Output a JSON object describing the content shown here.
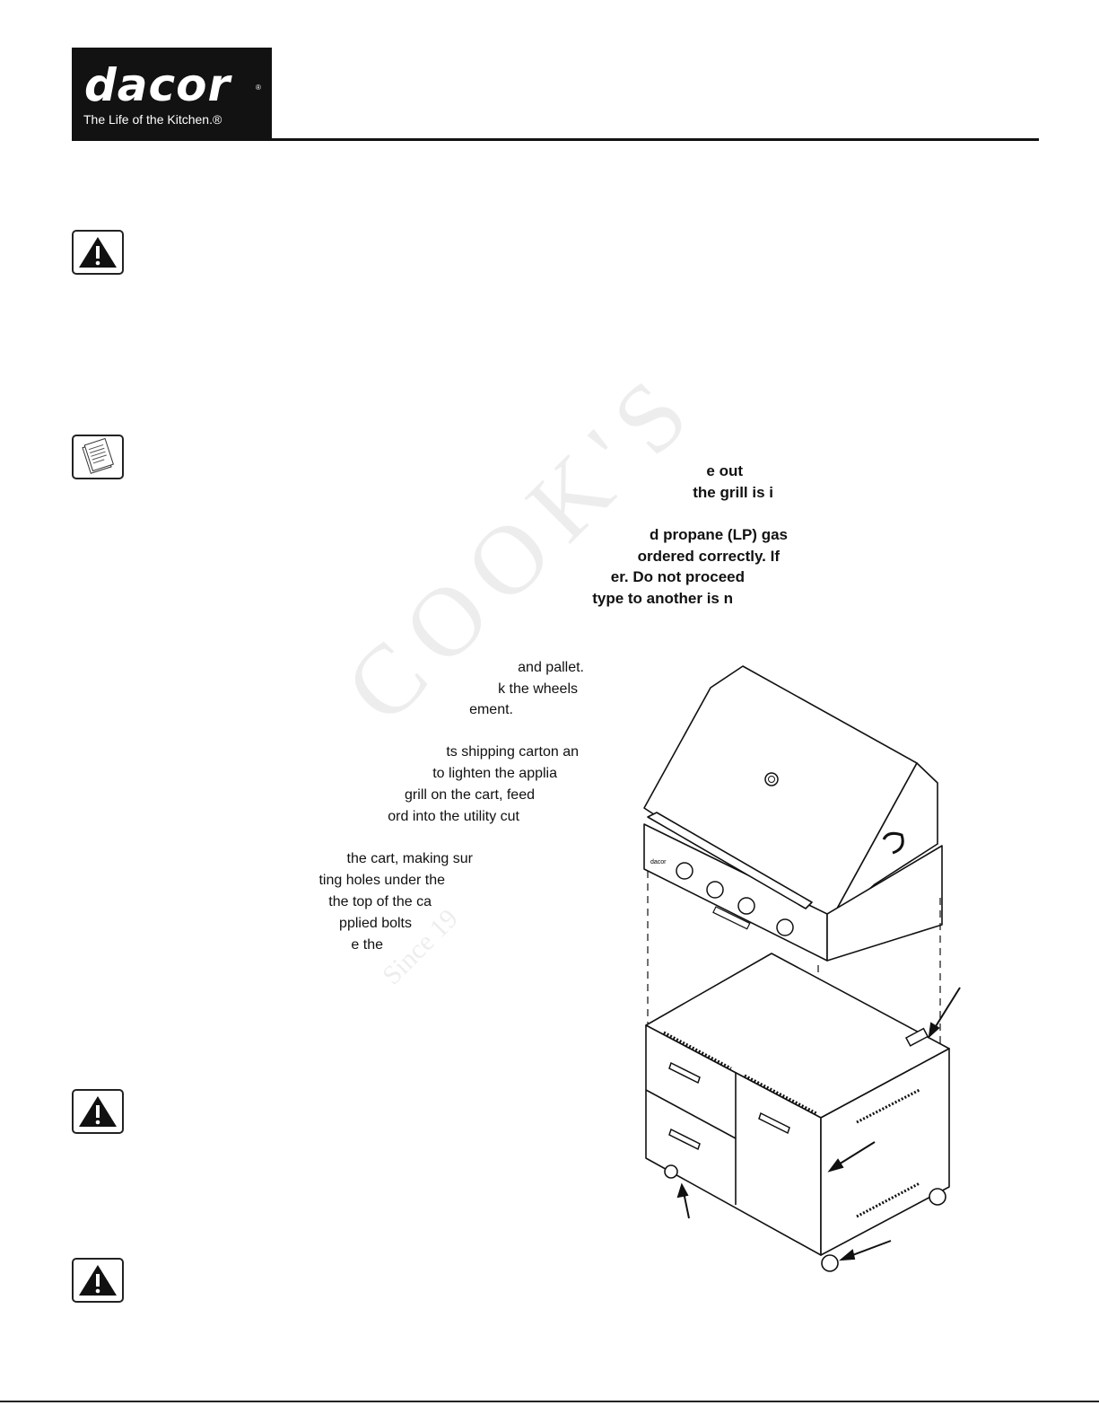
{
  "header": {
    "brand": "dacor",
    "registered_mark": "®",
    "tagline": "The Life of the Kitchen.®"
  },
  "icons": {
    "warning_1": "warning-triangle-icon",
    "document": "document-pages-icon",
    "warning_2": "warning-triangle-icon",
    "warning_3": "warning-triangle-icon"
  },
  "notice_fragments": [
    "e out",
    "the grill is i",
    "d propane (LP) gas",
    "ordered correctly. If",
    "er. Do not proceed",
    "type to another is n"
  ],
  "step_fragments": [
    "and pallet.",
    "k the wheels",
    "ement.",
    "ts shipping carton an",
    "to lighten the applia",
    "grill on the cart, feed",
    "ord into the utility cut",
    "the cart, making sur",
    "ting holes under the",
    "the top of the ca",
    "pplied bolts",
    "e the"
  ],
  "watermark": {
    "main": "COOK'S",
    "sub": "Since 19"
  },
  "colors": {
    "logo_background": "#121212",
    "text": "#111111"
  }
}
